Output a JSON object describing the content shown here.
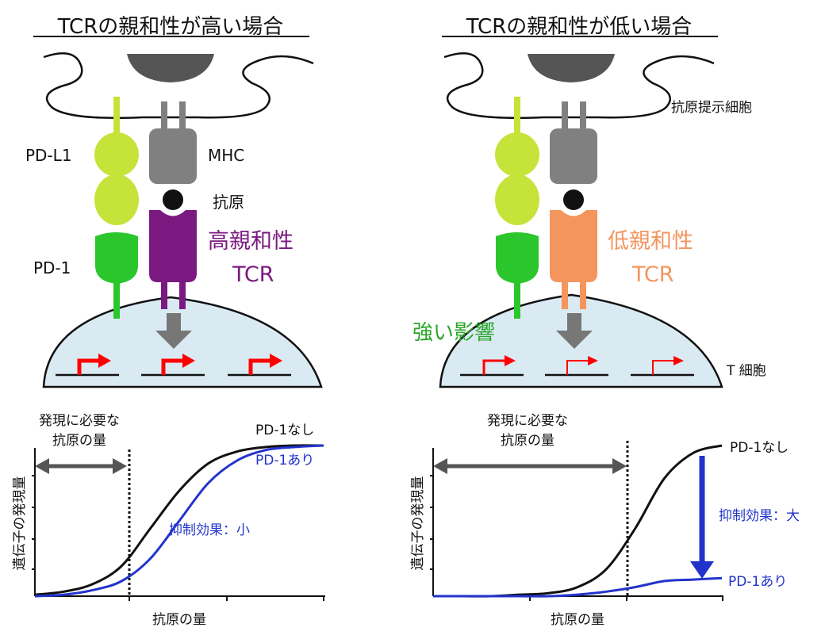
{
  "left_panel": {
    "title": "TCRの親和性が高い場合",
    "labels": {
      "pdl1": "PD-L1",
      "mhc": "MHC",
      "antigen": "抗原",
      "pd1": "PD-1",
      "tcr_affinity": "高親和性",
      "tcr": "TCR"
    },
    "colors": {
      "tcr": "#7a1a80",
      "pdl1": "#c6e33a",
      "pd1": "#2bc62b",
      "mhc": "#808080"
    }
  },
  "right_panel": {
    "title": "TCRの親和性が低い場合",
    "labels": {
      "apc": "抗原提示細胞",
      "tcr_affinity": "低親和性",
      "tcr": "TCR",
      "strong_effect": "強い影響",
      "tcell": "T 細胞"
    },
    "colors": {
      "tcr": "#f4955e",
      "strong_effect": "#2aa62a"
    }
  },
  "left_chart": {
    "expression_label_line1": "発現に必要な",
    "expression_label_line2": "抗原の量",
    "ylabel": "遺伝子の発現量",
    "xlabel": "抗原の量",
    "pd1_none": "PD-1なし",
    "pd1_with": "PD-1あり",
    "effect": "抑制効果：小"
  },
  "right_chart": {
    "expression_label_line1": "発現に必要な",
    "expression_label_line2": "抗原の量",
    "ylabel": "遺伝子の発現量",
    "xlabel": "抗原の量",
    "pd1_none": "PD-1なし",
    "pd1_with": "PD-1あり",
    "effect": "抑制効果：大"
  },
  "chart_data": [
    {
      "type": "line",
      "series": [
        {
          "name": "PD-1なし",
          "color": "#000000",
          "x": [
            0,
            1,
            2,
            3,
            4,
            5,
            6,
            7,
            8,
            9,
            10
          ],
          "y": [
            0.01,
            0.03,
            0.08,
            0.2,
            0.45,
            0.7,
            0.88,
            0.96,
            0.99,
            1.0,
            1.0
          ]
        },
        {
          "name": "PD-1あり",
          "color": "#2233cc",
          "x": [
            0,
            1,
            2,
            3,
            4,
            5,
            6,
            7,
            8,
            9,
            10
          ],
          "y": [
            0.0,
            0.01,
            0.04,
            0.1,
            0.25,
            0.5,
            0.75,
            0.9,
            0.97,
            0.99,
            1.0
          ]
        }
      ],
      "annotation": "抑制効果：小"
    },
    {
      "type": "line",
      "series": [
        {
          "name": "PD-1なし",
          "color": "#000000",
          "x": [
            0,
            1,
            2,
            3,
            4,
            5,
            6,
            7,
            8,
            9,
            10
          ],
          "y": [
            0.0,
            0.0,
            0.0,
            0.01,
            0.02,
            0.06,
            0.18,
            0.45,
            0.78,
            0.95,
            1.0
          ]
        },
        {
          "name": "PD-1あり",
          "color": "#2233cc",
          "x": [
            0,
            1,
            2,
            3,
            4,
            5,
            6,
            7,
            8,
            9,
            10
          ],
          "y": [
            0.0,
            0.0,
            0.0,
            0.0,
            0.0,
            0.01,
            0.03,
            0.06,
            0.1,
            0.11,
            0.12
          ]
        }
      ],
      "annotation": "抑制効果：大"
    }
  ]
}
